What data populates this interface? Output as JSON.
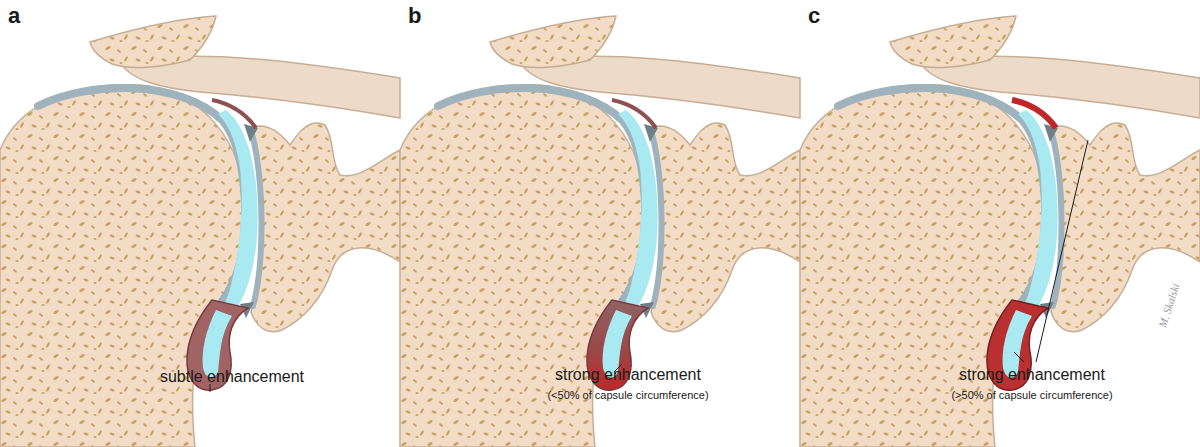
{
  "diagram": {
    "labels": [
      "a",
      "b",
      "c",
      "subtle enhancement",
      "strong enhancement",
      "(<50% of capsule circumference)",
      "strong enhancement",
      "(>50% of capsule circumference)",
      "M. Skalski"
    ]
  }
}
